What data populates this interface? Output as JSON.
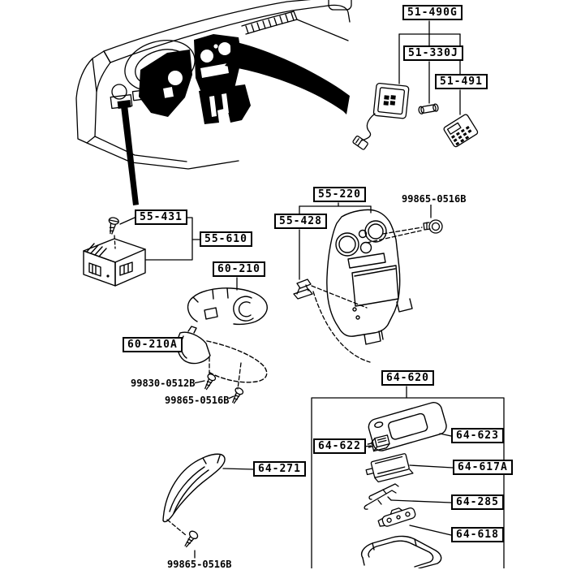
{
  "labels": {
    "boxed": {
      "l51_490g": "51-490G",
      "l51_330j": "51-330J",
      "l51_491": "51-491",
      "l55_220": "55-220",
      "l55_428": "55-428",
      "l55_431": "55-431",
      "l55_610": "55-610",
      "l60_210": "60-210",
      "l60_210a": "60-210A",
      "l64_620": "64-620",
      "l64_622": "64-622",
      "l64_623": "64-623",
      "l64_617a": "64-617A",
      "l64_285": "64-285",
      "l64_618": "64-618",
      "l64_271": "64-271"
    },
    "plain": {
      "console_screw": "99865-0516B",
      "column_screw_a": "99830-0512B",
      "column_screw_b": "99865-0516B",
      "lower_panel_screw": "99865-0516B"
    }
  },
  "colors": {
    "line": "#000000",
    "background": "#ffffff"
  }
}
